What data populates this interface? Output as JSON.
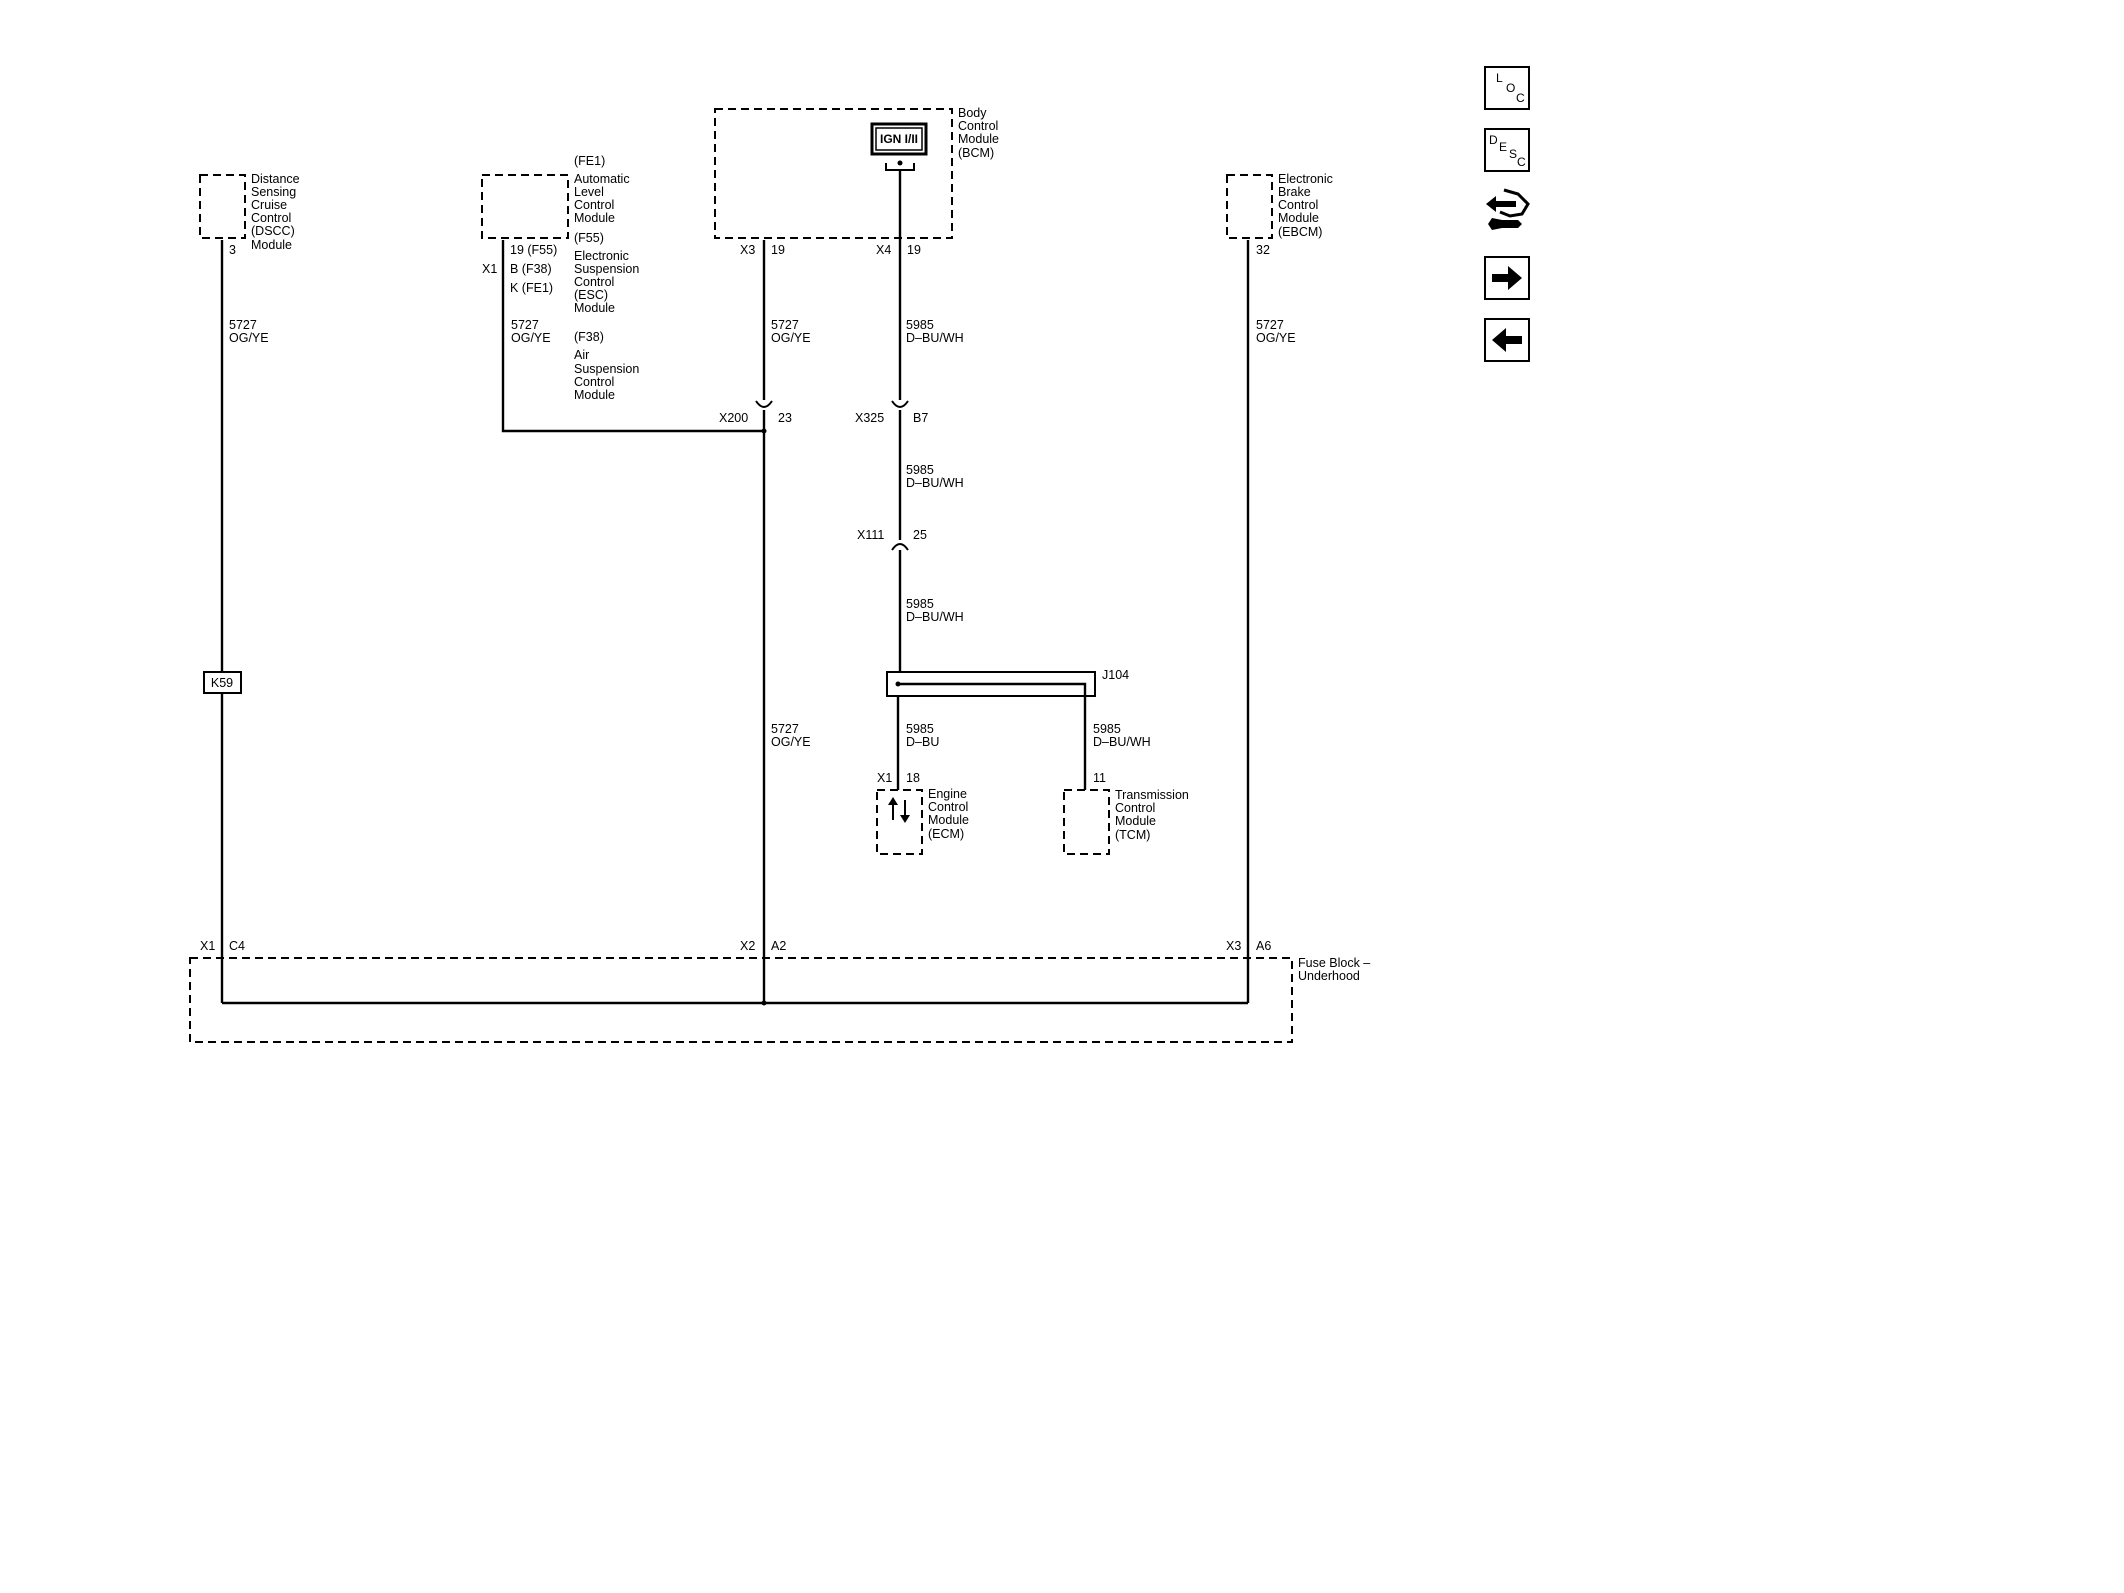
{
  "modules": {
    "dscc": {
      "lines": [
        "Distance",
        "Sensing",
        "Cruise",
        "Control",
        "(DSCC)",
        "Module"
      ],
      "pin": "3"
    },
    "alc": {
      "lines": [
        "(FE1)",
        "Automatic",
        "Level",
        "Control",
        "Module",
        "(F55)",
        "Electronic",
        "Suspension",
        "Control",
        "(ESC)",
        "Module",
        "(F38)",
        "Air",
        "Suspension",
        "Control",
        "Module"
      ],
      "connector": "X1",
      "pins": [
        "19 (F55)",
        "B (F38)",
        "K (FE1)"
      ]
    },
    "bcm": {
      "lines": [
        "Body",
        "Control",
        "Module",
        "(BCM)"
      ],
      "ign_label": "IGN I/II",
      "conn1": "X3",
      "pin1": "19",
      "conn2": "X4",
      "pin2": "19"
    },
    "ebcm": {
      "lines": [
        "Electronic",
        "Brake",
        "Control",
        "Module",
        "(EBCM)"
      ],
      "pin": "32"
    },
    "ecm": {
      "lines": [
        "Engine",
        "Control",
        "Module",
        "(ECM)"
      ],
      "connector": "X1",
      "pin": "18"
    },
    "tcm": {
      "lines": [
        "Transmission",
        "Control",
        "Module",
        "(TCM)"
      ],
      "pin": "11"
    },
    "fuse_block": {
      "lines": [
        "Fuse Block –",
        "Underhood"
      ],
      "c1": "X1",
      "p1": "C4",
      "c2": "X2",
      "p2": "A2",
      "c3": "X3",
      "p3": "A6"
    }
  },
  "wires": {
    "dscc": {
      "circuit": "5727",
      "color": "OG/YE"
    },
    "alc": {
      "circuit": "5727",
      "color": "OG/YE"
    },
    "bcm_upper": {
      "circuit": "5727",
      "color": "OG/YE"
    },
    "bcm_lower": {
      "circuit": "5727",
      "color": "OG/YE"
    },
    "ign_1": {
      "circuit": "5985",
      "color": "D–BU/WH"
    },
    "ign_2": {
      "circuit": "5985",
      "color": "D–BU/WH"
    },
    "ign_3": {
      "circuit": "5985",
      "color": "D–BU/WH"
    },
    "ecm": {
      "circuit": "5985",
      "color": "D–BU"
    },
    "tcm": {
      "circuit": "5985",
      "color": "D–BU/WH"
    },
    "ebcm": {
      "circuit": "5727",
      "color": "OG/YE"
    }
  },
  "inline_connectors": {
    "x200": {
      "name": "X200",
      "pin": "23"
    },
    "x325": {
      "name": "X325",
      "pin": "B7"
    },
    "x111": {
      "name": "X111",
      "pin": "25"
    }
  },
  "splice": {
    "name": "J104"
  },
  "component": {
    "name": "K59"
  },
  "nav": {
    "loc": {
      "l1": "L",
      "l2": "O",
      "l3": "C"
    },
    "desc": {
      "l1": "D",
      "l2": "E",
      "l3": "S",
      "l4": "C"
    },
    "icons": [
      "loc-icon",
      "desc-icon",
      "connector-service-icon",
      "next-arrow-icon",
      "previous-arrow-icon"
    ]
  }
}
